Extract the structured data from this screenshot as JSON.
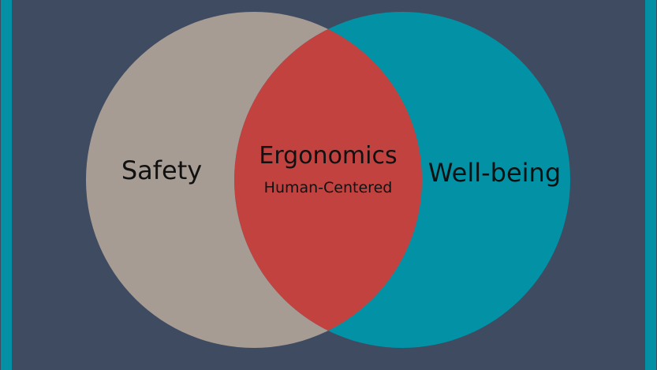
{
  "diagram": {
    "left_set": {
      "label": "Safety",
      "color": "#a69c94"
    },
    "right_set": {
      "label": "Well-being",
      "color": "#0391a5"
    },
    "intersection": {
      "label": "Ergonomics",
      "sublabel": "Human-Centered",
      "color": "#c24240"
    },
    "background": "#3f4b61",
    "frame_color": "#0390a4"
  }
}
